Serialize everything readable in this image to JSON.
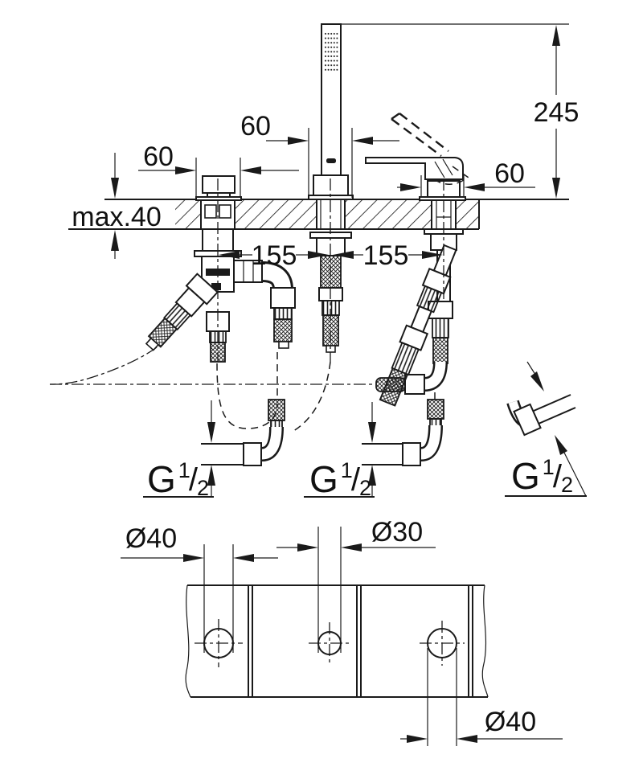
{
  "title": "Bath faucet installation dimension drawing",
  "colors": {
    "line": "#1a1a1a",
    "background": "#ffffff"
  },
  "dimensions": {
    "height_above_deck": "245",
    "deck_thickness_max": "max.40",
    "left_unit_width": "60",
    "shower_holder_width": "60",
    "mixer_width": "60",
    "spacing_left": "155",
    "spacing_right": "155"
  },
  "threads": {
    "left": {
      "g": "G",
      "num": "1",
      "slash": "/",
      "den": "2"
    },
    "middle": {
      "g": "G",
      "num": "1",
      "slash": "/",
      "den": "2"
    },
    "right": {
      "g": "G",
      "num": "1",
      "slash": "/",
      "den": "2"
    }
  },
  "holes": {
    "left_diameter": "Ø40",
    "middle_diameter": "Ø30",
    "right_diameter": "Ø40"
  }
}
